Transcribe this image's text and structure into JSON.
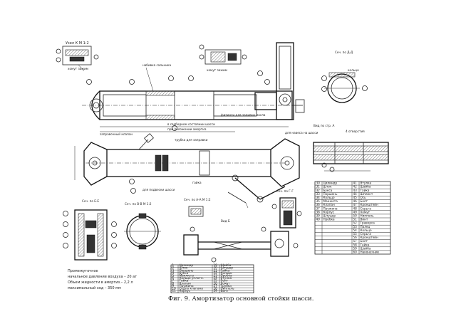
{
  "caption": "Фиг. 9. Амортизатор основной стойки шасси.",
  "views": {
    "view_k": "Узел К М 1:2",
    "view_d_d": "Сеч. по Д-Д",
    "view_b_b": "Сеч. по В-В М 1:2",
    "view_a_a": "Сеч. по А-А М 1:2",
    "view_e_e": "Сеч. по Е-Е",
    "view_g_g": "Сеч. по Г-Г",
    "view_a": "Вид по стр. А",
    "view_b": "Вид Б"
  },
  "callouts": {
    "clamp_top": "хомут зажим",
    "clamp_left": "хомут зажим",
    "seal_set": "набивка сальника",
    "park_note": "в свободном состоянии шасси",
    "stroke_note": "при положении амортиз.",
    "fitting": "фитинги для заливки масла",
    "to_axle": "для навеса на шасси",
    "charge_valve": "заправочный клапан",
    "band": "кольцо",
    "pipe": "трубка для заправки",
    "hinge": "для подвески шасси",
    "side_note": "4 отверстия",
    "nut": "гайка"
  },
  "notes": {
    "line1": "Промежуточное",
    "line2": "начальное давление воздуха – 20 ат",
    "line3": "Объем жидкости в амортиз.– 2,2 л",
    "line4": "максимальный ход – 350 мм"
  },
  "parts_table": {
    "rows": [
      [
        "1",
        "Цилиндр",
        "19",
        "Шайба"
      ],
      [
        "2",
        "Шток",
        "20",
        "Штуцер"
      ],
      [
        "3",
        "Поршень",
        "21",
        "Гайка"
      ],
      [
        "4",
        "Букса",
        "22",
        "Кольцо"
      ],
      [
        "5",
        "Манжета",
        "23",
        "Пробка"
      ],
      [
        "6",
        "Кольцо уплотн.",
        "24",
        "Втулка"
      ],
      [
        "7",
        "Гайка",
        "25",
        "Болт"
      ],
      [
        "8",
        "Клапан",
        "26",
        "Хомут"
      ],
      [
        "9",
        "Пружина",
        "27",
        "Трубка"
      ],
      [
        "10",
        "Седло клапана",
        "28",
        "Ниппель"
      ],
      [
        "11",
        "Корпус",
        "29",
        "Винт"
      ]
    ]
  },
  "parts_table_right": {
    "rows": [
      [
        "30",
        "Цилиндр",
        "41",
        "Втулка"
      ],
      [
        "31",
        "Шток",
        "42",
        "Шайба"
      ],
      [
        "32",
        "Букса",
        "43",
        "Гайка"
      ],
      [
        "33",
        "Поршень",
        "44",
        "Шплинт"
      ],
      [
        "34",
        "Кольцо",
        "45",
        "Ось"
      ],
      [
        "35",
        "Манжета",
        "46",
        "Болт"
      ],
      [
        "36",
        "Клапан",
        "47",
        "Кронштейн"
      ],
      [
        "37",
        "Пружина",
        "48",
        "Серьга"
      ],
      [
        "38",
        "Корпус",
        "49",
        "Хомут"
      ],
      [
        "39",
        "Штуцер",
        "50",
        "Ниппель"
      ],
      [
        "40",
        "Пробка",
        "51",
        "Винт"
      ],
      [
        "",
        "",
        "52",
        "Траверса"
      ],
      [
        "",
        "",
        "53",
        "Палец"
      ],
      [
        "",
        "",
        "54",
        "Кольцо"
      ],
      [
        "",
        "",
        "55",
        "Серьга"
      ],
      [
        "",
        "",
        "56",
        "Кронштейн"
      ],
      [
        "",
        "",
        "57",
        "Болт"
      ],
      [
        "",
        "",
        "58",
        "Гайка"
      ],
      [
        "",
        "",
        "59",
        "Шайба"
      ],
      [
        "",
        "",
        "60",
        "Наконечник"
      ]
    ]
  }
}
